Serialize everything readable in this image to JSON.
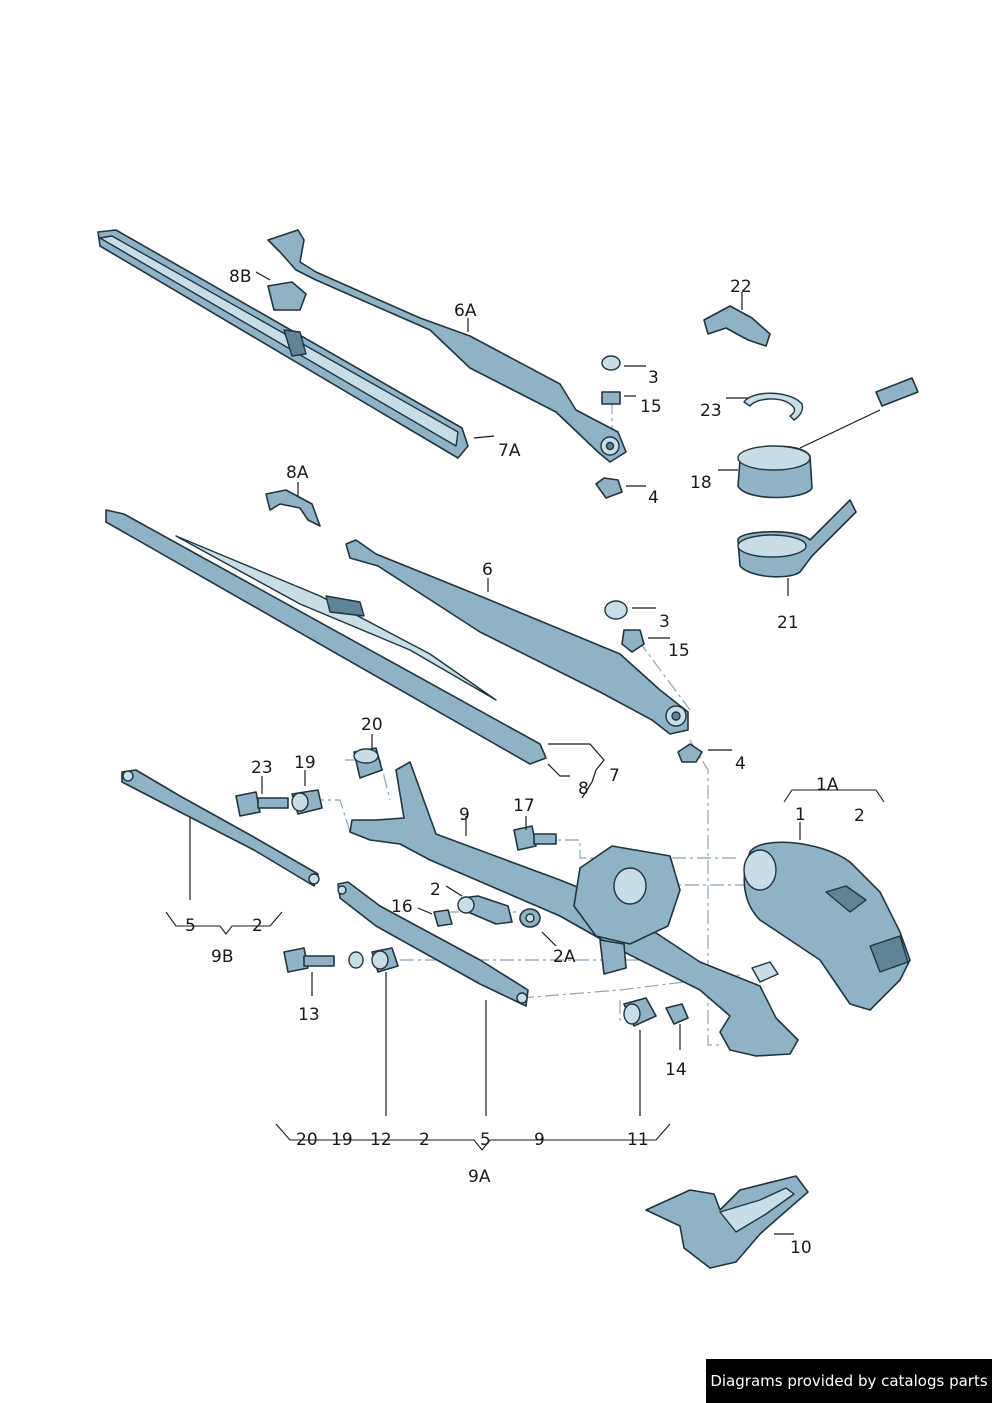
{
  "callouts": {
    "c_8B": "8B",
    "c_6A": "6A",
    "c_22": "22",
    "c_3a": "3",
    "c_15a": "15",
    "c_23a": "23",
    "c_7A": "7A",
    "c_18": "18",
    "c_4a": "4",
    "c_8A": "8A",
    "c_6": "6",
    "c_3b": "3",
    "c_15b": "15",
    "c_21": "21",
    "c_20": "20",
    "c_7": "7",
    "c_8": "8",
    "c_4b": "4",
    "c_23b": "23",
    "c_19": "19",
    "c_1A": "1A",
    "c_1": "1",
    "c_2a": "2",
    "c_9": "9",
    "c_17": "17",
    "c_2b": "2",
    "c_16": "16",
    "c_2A": "2A",
    "c_5a": "5",
    "c_2c": "2",
    "c_9B": "9B",
    "c_13": "13",
    "c_14": "14",
    "c_10": "10",
    "c_9A": "9A"
  },
  "kit_9A": [
    "20",
    "19",
    "12",
    "2",
    "5",
    "9",
    "11"
  ],
  "footer": {
    "credit": "Diagrams provided by catalogs parts"
  },
  "colors": {
    "part_fill": "#8fb3c4",
    "outline": "#1f3540",
    "axis": "#8aa5b3"
  }
}
